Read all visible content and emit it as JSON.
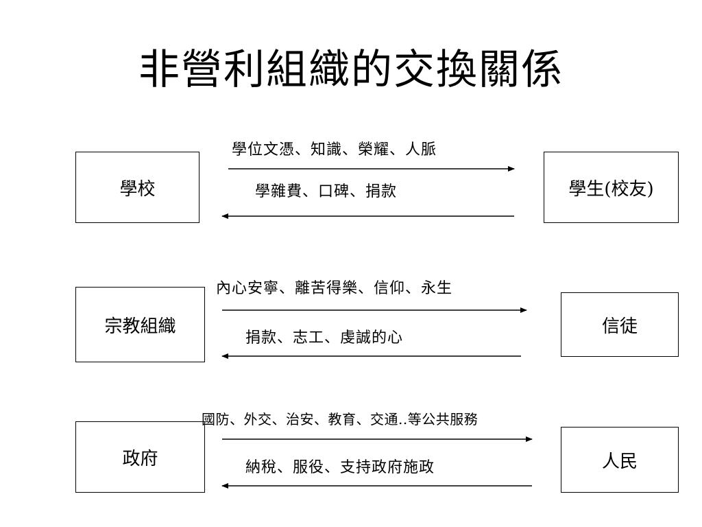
{
  "title": "非營利組織的交換關係",
  "rows": [
    {
      "left": "學校",
      "right": "學生(校友)",
      "forward": "學位文憑、知識、榮耀、人脈",
      "backward": "學雜費、口碑、捐款"
    },
    {
      "left": "宗教組織",
      "right": "信徒",
      "forward": "內心安寧、離苦得樂、信仰、永生",
      "backward": "捐款、志工、虔誠的心"
    },
    {
      "left": "政府",
      "right": "人民",
      "forward": "國防、外交、治安、教育、交通..等公共服務",
      "backward": "納稅、服役、支持政府施政"
    }
  ]
}
